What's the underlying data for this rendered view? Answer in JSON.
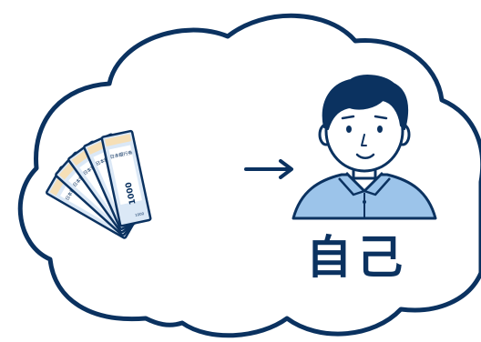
{
  "label": "自己",
  "bills": [
    {
      "denomination": "1000",
      "header": "日本銀行券",
      "serial": "1000"
    },
    {
      "denomination": "1000",
      "header": "日本銀行券",
      "serial": "1000"
    },
    {
      "denomination": "1000",
      "header": "日本銀行券",
      "serial": "1000"
    },
    {
      "denomination": "1000",
      "header": "日本銀行券",
      "serial": "1000"
    },
    {
      "denomination": "1000",
      "header": "日本銀行券",
      "serial": "1000"
    }
  ],
  "colors": {
    "outline": "#0b3260",
    "bill_fill": "#dbe8f6",
    "bill_inner": "#ffffff",
    "bill_accent": "#f6dfb6",
    "shirt": "#9cc4ea",
    "hair": "#0b3260",
    "skin": "#ffffff"
  },
  "icons": [
    "cloud-outline",
    "banknote-stack",
    "arrow-right-icon",
    "person-avatar"
  ]
}
